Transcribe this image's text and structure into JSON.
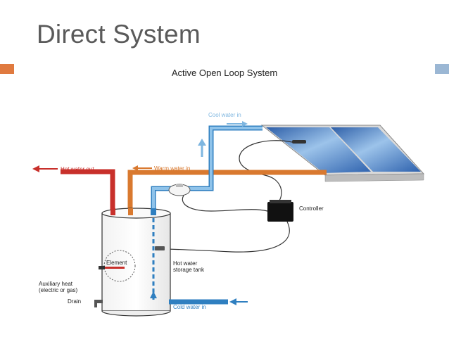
{
  "slide": {
    "title": "Direct System",
    "accent_left_color": "#E07A3F",
    "accent_right_color": "#9BB7D4"
  },
  "diagram": {
    "title": "Active Open Loop System",
    "labels": {
      "cool_water_in": "Cool water in",
      "hot_water_out": "Hot water out",
      "warm_water_in": "Warm water in",
      "controller": "Controller",
      "element": "Element",
      "hot_water_storage_tank_line1": "Hot water",
      "hot_water_storage_tank_line2": "storage tank",
      "auxiliary_heat_line1": "Auxiliary heat",
      "auxiliary_heat_line2": "(electric or gas)",
      "drain": "Drain",
      "cold_water_in": "Cold water in"
    },
    "colors": {
      "hot": "#C8302B",
      "warm": "#D9792F",
      "cool": "#7EB6E0",
      "cold": "#2F7FC0",
      "panel": "#3B6FB4"
    }
  }
}
